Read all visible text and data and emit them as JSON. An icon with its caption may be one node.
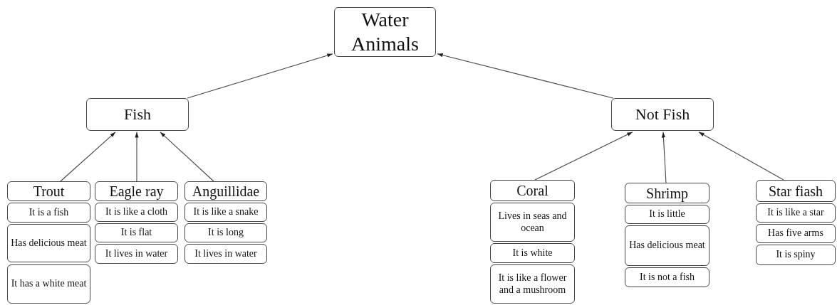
{
  "diagram": {
    "nodes": [
      {
        "text": [
          "Water Animals"
        ]
      },
      {
        "text": [
          "Fish"
        ]
      },
      {
        "text": [
          "Not Fish"
        ]
      },
      {
        "text": [
          "Trout"
        ]
      },
      {
        "text": [
          "It is a fish"
        ]
      },
      {
        "text": [
          "Has delicious meat"
        ]
      },
      {
        "text": [
          "It has a white meat"
        ]
      },
      {
        "text": [
          "Eagle ray"
        ]
      },
      {
        "text": [
          "It is like a cloth"
        ]
      },
      {
        "text": [
          "It is flat"
        ]
      },
      {
        "text": [
          "It lives in water"
        ]
      },
      {
        "text": [
          "Anguillidae"
        ]
      },
      {
        "text": [
          "It is like a snake"
        ]
      },
      {
        "text": [
          "It is long"
        ]
      },
      {
        "text": [
          "It lives in water"
        ]
      },
      {
        "text": [
          "Coral"
        ]
      },
      {
        "text": [
          "Lives in seas and ocean"
        ]
      },
      {
        "text": [
          "It is white"
        ]
      },
      {
        "text": [
          "It is like a flower and a mushroom"
        ]
      },
      {
        "text": [
          "Shrimp"
        ]
      },
      {
        "text": [
          "It is little"
        ]
      },
      {
        "text": [
          "Has delicious meat"
        ]
      },
      {
        "text": [
          "It is not a fish"
        ]
      },
      {
        "text": [
          "Star fiash"
        ]
      },
      {
        "text": [
          "It is like a star"
        ]
      },
      {
        "text": [
          "Has five arms"
        ]
      },
      {
        "text": [
          "It is spiny"
        ]
      }
    ],
    "edges": [
      {
        "from": 1,
        "to": 0,
        "arrow": "to"
      },
      {
        "from": 2,
        "to": 0,
        "arrow": "to"
      },
      {
        "from": 3,
        "to": 1,
        "arrow": "to"
      },
      {
        "from": 7,
        "to": 1,
        "arrow": "to"
      },
      {
        "from": 11,
        "to": 1,
        "arrow": "to"
      },
      {
        "from": 15,
        "to": 2,
        "arrow": "to"
      },
      {
        "from": 19,
        "to": 2,
        "arrow": "to"
      },
      {
        "from": 23,
        "to": 2,
        "arrow": "to"
      }
    ]
  }
}
